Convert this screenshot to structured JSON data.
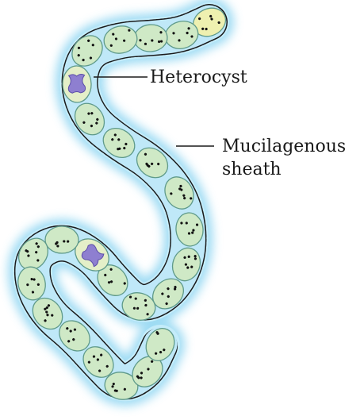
{
  "labels": {
    "heterocyst": "Heterocyst",
    "sheath_line1": "Mucilagenous",
    "sheath_line2": "sheath"
  },
  "colors": {
    "sheath_glow": "#8fd6f2",
    "sheath_outline": "#1a1a1a",
    "vegetative_cell_fill": "#cfe9c6",
    "vegetative_cell_stroke": "#5f9a8a",
    "terminal_cell_fill": "#eef0b0",
    "heterocyst_fill": "#e4efc8",
    "heterocyst_core": "#8e7fd0",
    "granule": "#111111",
    "leader_line": "#1a1a1a"
  }
}
